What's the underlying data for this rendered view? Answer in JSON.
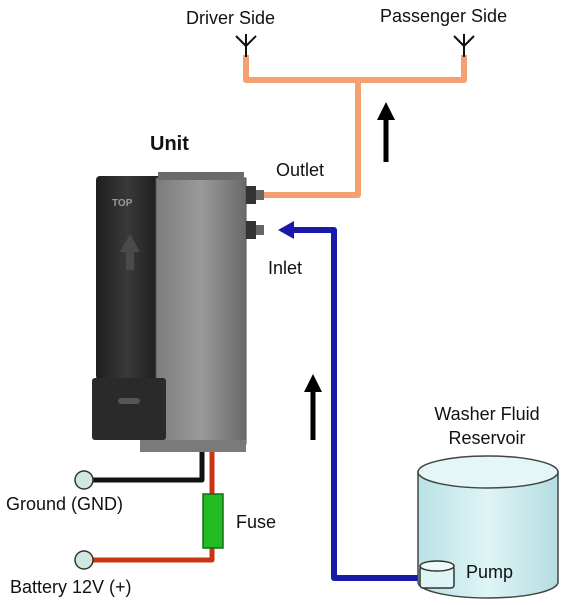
{
  "labels": {
    "driver_side": "Driver Side",
    "passenger_side": "Passenger Side",
    "unit": "Unit",
    "outlet": "Outlet",
    "inlet": "Inlet",
    "reservoir_line1": "Washer Fluid",
    "reservoir_line2": "Reservoir",
    "ground": "Ground (GND)",
    "fuse": "Fuse",
    "battery": "Battery 12V (+)",
    "pump": "Pump",
    "unit_top_mark": "TOP"
  },
  "colors": {
    "outlet_line": "#f4a070",
    "inlet_line": "#1a1aa8",
    "power_line": "#cc3311",
    "ground_line": "#111111",
    "fuse": "#22bb22",
    "reservoir": "#cfeef0",
    "unit_dark": "#2b2b2b",
    "unit_grey": "#8a8a8a",
    "terminal": "#cfe8e0"
  }
}
